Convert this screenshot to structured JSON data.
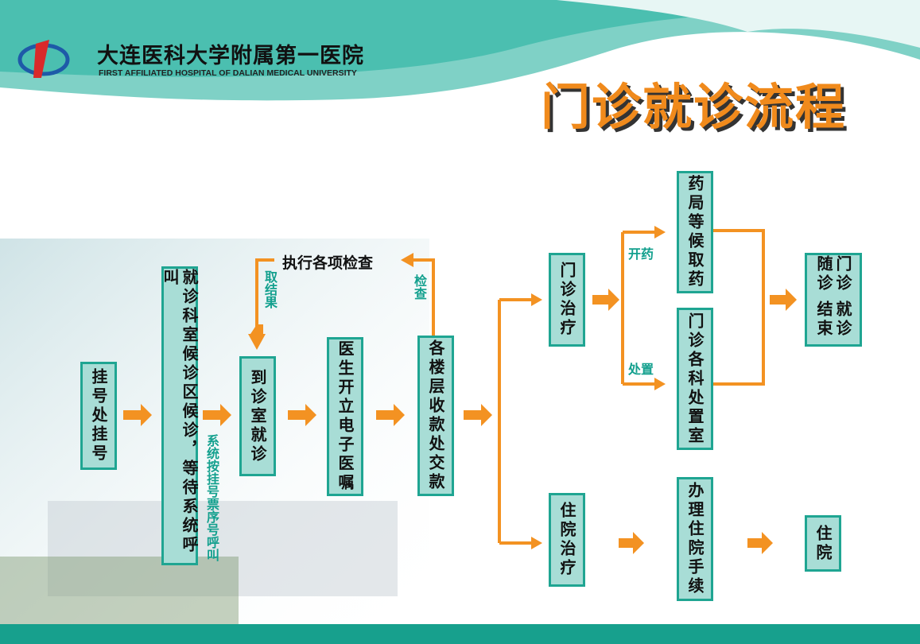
{
  "header": {
    "logo_cn": "大连医科大学附属第一医院",
    "logo_en": "FIRST AFFILIATED HOSPITAL OF DALIAN MEDICAL UNIVERSITY",
    "title": "门诊就诊流程"
  },
  "steps": {
    "register": "挂号处挂号",
    "wait": "就诊科室候诊区候诊，等待系统呼叫",
    "consult": "到诊室就诊",
    "order": "医生开立电子医嘱",
    "pay": "各楼层收款处交款",
    "exam": "执行各项检查",
    "outpatient": "门诊治疗",
    "inpatient": "住院治疗",
    "pharmacy": "药局等候取药",
    "treatment_room": "门诊各科处置室",
    "followup_a": "门诊随诊",
    "followup_b": "就诊结束",
    "admission": "办理住院手续",
    "hospitalized": "住院"
  },
  "labels": {
    "call": "系统按挂号票序号呼叫",
    "get_result": "取结果",
    "check": "检查",
    "medicine": "开药",
    "dispose": "处置"
  },
  "colors": {
    "teal": "#1fa592",
    "box": "#a8ddd6",
    "orange": "#f39222"
  }
}
